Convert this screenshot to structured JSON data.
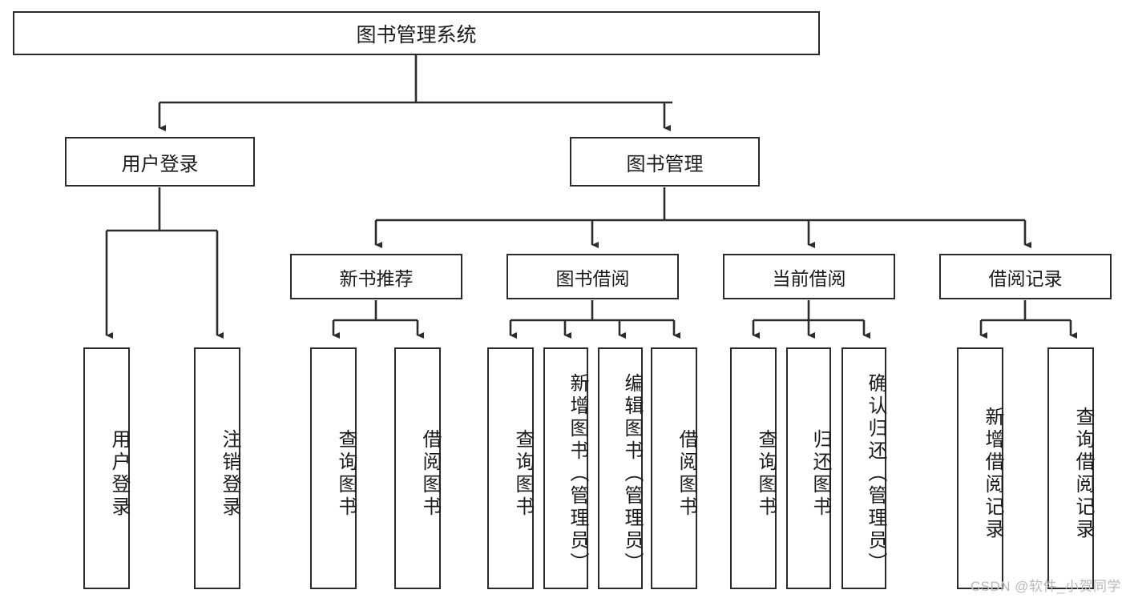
{
  "diagram": {
    "title": "图书管理系统",
    "type": "tree-hierarchy",
    "root": {
      "label": "图书管理系统"
    },
    "level2": [
      {
        "label": "用户登录"
      },
      {
        "label": "图书管理"
      }
    ],
    "level3": [
      {
        "label": "新书推荐"
      },
      {
        "label": "图书借阅"
      },
      {
        "label": "当前借阅"
      },
      {
        "label": "借阅记录"
      }
    ],
    "leaves": {
      "user_login": [
        {
          "label": "用户登录"
        },
        {
          "label": "注销登录"
        }
      ],
      "new_book_recommend": [
        {
          "label": "查询图书"
        },
        {
          "label": "借阅图书"
        }
      ],
      "book_borrow": [
        {
          "label": "查询图书"
        },
        {
          "label": "新增图书（管理员）"
        },
        {
          "label": "编辑图书（管理员）"
        },
        {
          "label": "借阅图书"
        }
      ],
      "current_borrow": [
        {
          "label": "查询图书"
        },
        {
          "label": "归还图书"
        },
        {
          "label": "确认归还（管理员）"
        }
      ],
      "borrow_record": [
        {
          "label": "新增借阅记录"
        },
        {
          "label": "查询借阅记录"
        }
      ]
    },
    "watermark": "CSDN @软件_小贺同学",
    "colors": {
      "stroke": "#2b2b2b",
      "fill": "#ffffff",
      "text": "#1b1b1b",
      "watermark": "#b9b9b9"
    }
  }
}
